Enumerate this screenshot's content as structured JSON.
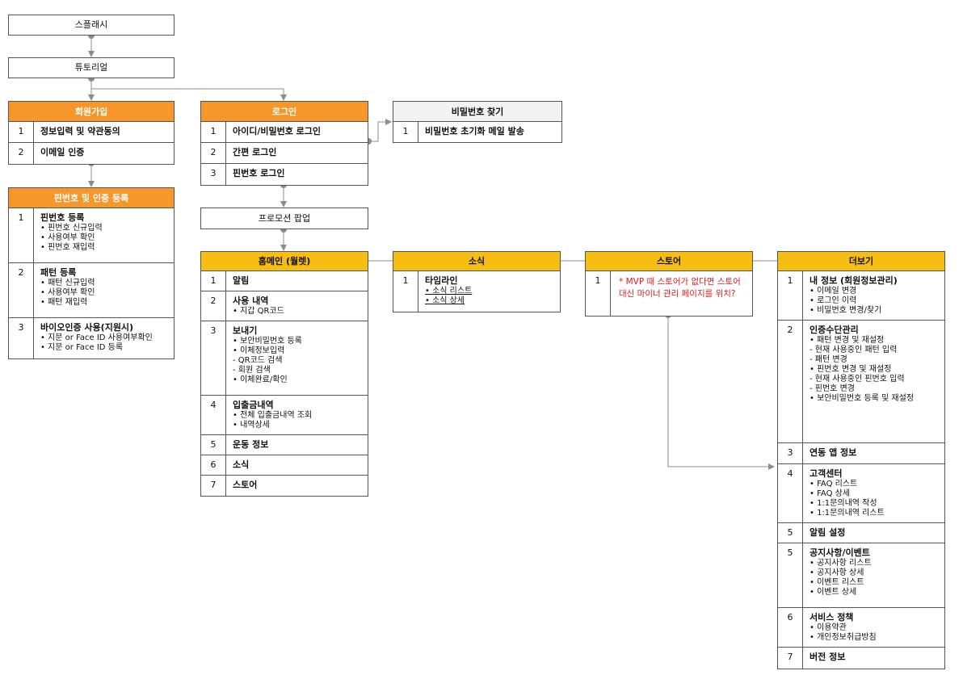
{
  "colors": {
    "orange": "#f7962a",
    "yellow": "#f6bd12",
    "gray": "#f2f2f2",
    "line": "#8c8c8c",
    "red": "#e31b1b"
  },
  "splash": "스플래시",
  "tutorial": "튜토리얼",
  "promo": "프로모션 팝업",
  "signup": {
    "title": "회원가입",
    "rows": [
      {
        "num": "1",
        "title": "정보입력 및 약관동의",
        "items": []
      },
      {
        "num": "2",
        "title": "이메일 인증",
        "items": []
      }
    ]
  },
  "pin": {
    "title": "핀번호 및 인증 등록",
    "rows": [
      {
        "num": "1",
        "title": "핀번호 등록",
        "items": [
          "• 핀번호 신규입력",
          "• 사용여부 확인",
          "• 핀번호 재입력"
        ]
      },
      {
        "num": "2",
        "title": "패턴 등록",
        "items": [
          "• 패턴 신규입력",
          "• 사용여부 확인",
          "• 패턴 재입력"
        ]
      },
      {
        "num": "3",
        "title": "바이오인증 사용(지원시)",
        "items": [
          "• 지문 or Face ID 사용여부확인",
          "• 지문 or Face ID 등록"
        ]
      }
    ]
  },
  "login": {
    "title": "로그인",
    "rows": [
      {
        "num": "1",
        "title": "아이디/비밀번호 로그인",
        "items": []
      },
      {
        "num": "2",
        "title": "간편 로그인",
        "items": []
      },
      {
        "num": "3",
        "title": "핀번호 로그인",
        "items": []
      }
    ]
  },
  "findpw": {
    "title": "비밀번호 찾기",
    "rows": [
      {
        "num": "1",
        "title": "비밀번호 초기화 메일 발송",
        "items": []
      }
    ]
  },
  "home": {
    "title": "홈메인 (월렛)",
    "rows": [
      {
        "num": "1",
        "title": "알림",
        "items": []
      },
      {
        "num": "2",
        "title": "사용 내역",
        "items": [
          "• 지갑 QR코드"
        ]
      },
      {
        "num": "3",
        "title": "보내기",
        "items": [
          "• 보안비밀번호 등록",
          "• 이체정보입력",
          " - QR코드 검색",
          " - 회원 검색",
          "• 이체완료/확인"
        ]
      },
      {
        "num": "4",
        "title": "입출금내역",
        "items": [
          "• 전체 입출금내역 조회",
          "• 내역상세"
        ]
      },
      {
        "num": "5",
        "title": "운동 정보",
        "items": []
      },
      {
        "num": "6",
        "title": "소식",
        "items": []
      },
      {
        "num": "7",
        "title": "스토어",
        "items": []
      }
    ]
  },
  "news": {
    "title": "소식",
    "rows": [
      {
        "num": "1",
        "title": "타임라인",
        "items": [
          "• 소식 리스트",
          "• 소식 상세"
        ]
      }
    ]
  },
  "store": {
    "title": "스토어",
    "rows": [
      {
        "num": "1",
        "note": "* MVP 때 스토어가 없다면 스토어 대신 마이너 관리 페이지를 위치?"
      }
    ]
  },
  "more": {
    "title": "더보기",
    "rows": [
      {
        "num": "1",
        "title": "내 정보 (회원정보관리)",
        "items": [
          "• 이메일 변경",
          "• 로그인 이력",
          "• 비밀번호 변경/찾기"
        ]
      },
      {
        "num": "2",
        "title": "인증수단관리",
        "items": [
          "• 패턴 변경 및 재설정",
          " - 현재 사용중인 패턴 입력",
          " - 패턴 변경",
          "• 핀번호 변경 및 재설정",
          " - 현재 사용중인 핀번호 입력",
          " - 핀번호 변경",
          "• 보안비밀번호 등록 및 재설정"
        ]
      },
      {
        "num": "3",
        "title": "연동 앱 정보",
        "items": []
      },
      {
        "num": "4",
        "title": "고객센터",
        "items": [
          "• FAQ 리스트",
          "• FAQ 상세",
          "• 1:1문의내역 작성",
          "• 1:1문의내역 리스트"
        ]
      },
      {
        "num": "5",
        "title": "알림 설정",
        "items": []
      },
      {
        "num": "5",
        "title": "공지사항/이벤트",
        "items": [
          "• 공지사항 리스트",
          "• 공지사항 상세",
          "• 이벤트 리스트",
          "• 이벤트 상세"
        ]
      },
      {
        "num": "6",
        "title": "서비스 정책",
        "items": [
          "• 이용약관",
          "• 개인정보취급방침"
        ]
      },
      {
        "num": "7",
        "title": "버전 정보",
        "items": []
      }
    ]
  }
}
